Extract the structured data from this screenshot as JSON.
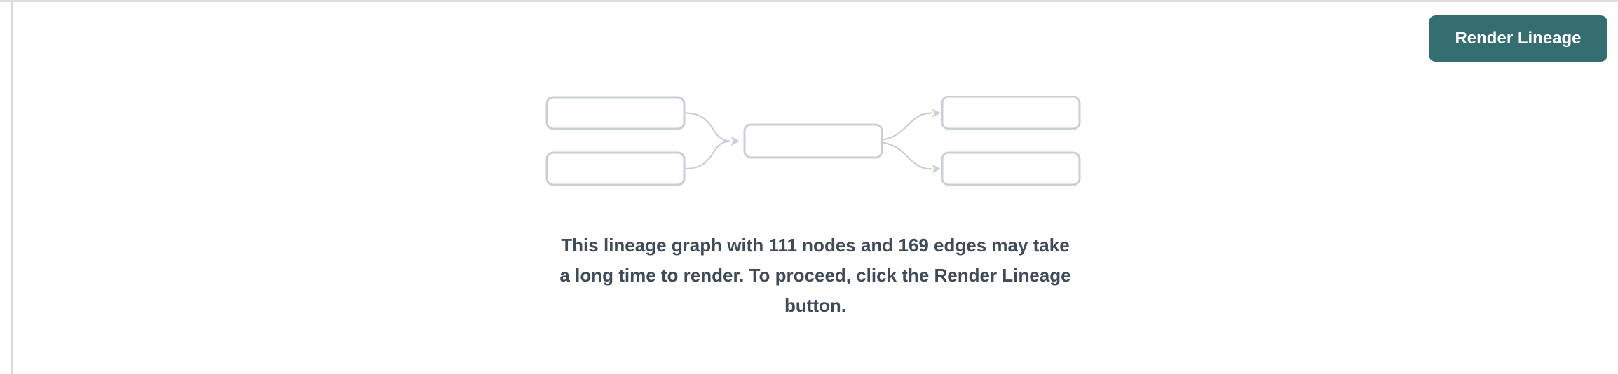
{
  "colors": {
    "accent_teal": "#346e70",
    "node_border": "#c9ced7",
    "message_text": "#404a59",
    "top_border": "#dddde1",
    "pane_divider": "#d8d8dd"
  },
  "toolbar": {
    "render_button_label": "Render Lineage"
  },
  "empty_state": {
    "node_count": "111",
    "edge_count": "169",
    "message_lines": [
      "This lineage graph with 111 nodes and 169 edges may take",
      "a long time to render. To proceed, click the Render Lineage",
      "button."
    ]
  }
}
